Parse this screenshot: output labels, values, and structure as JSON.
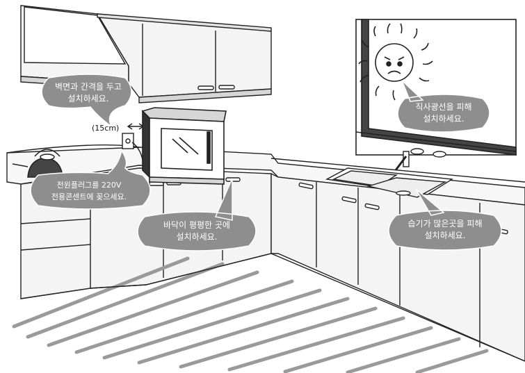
{
  "colors": {
    "bubble_fill": "#8e8e8e",
    "line": "#222222",
    "cabinet_fill": "#f4f4f4",
    "shade": "#d6d6d6",
    "floor_stripe": "#9a9a9a"
  },
  "icons": [
    "sun-icon",
    "kettle-icon",
    "wall-outlet-icon",
    "dishwasher-appliance",
    "sink-faucet-icon"
  ],
  "bubbles": {
    "wall_gap": {
      "line1": "벽면과 간격을 두고",
      "line2": "설치하세요."
    },
    "outlet": {
      "line1": "전원플러그를 220V",
      "line2": "전용콘센트에 꽂으세요."
    },
    "floor": {
      "line1": "바닥이 평평한 곳에",
      "line2": "설치하세요."
    },
    "sunlight": {
      "line1": "직사광선을 피해",
      "line2": "설치하세요."
    },
    "humidity": {
      "line1": "습기가 많은곳을 피해",
      "line2": "설치하세요."
    }
  },
  "gap_label": "(15cm)"
}
